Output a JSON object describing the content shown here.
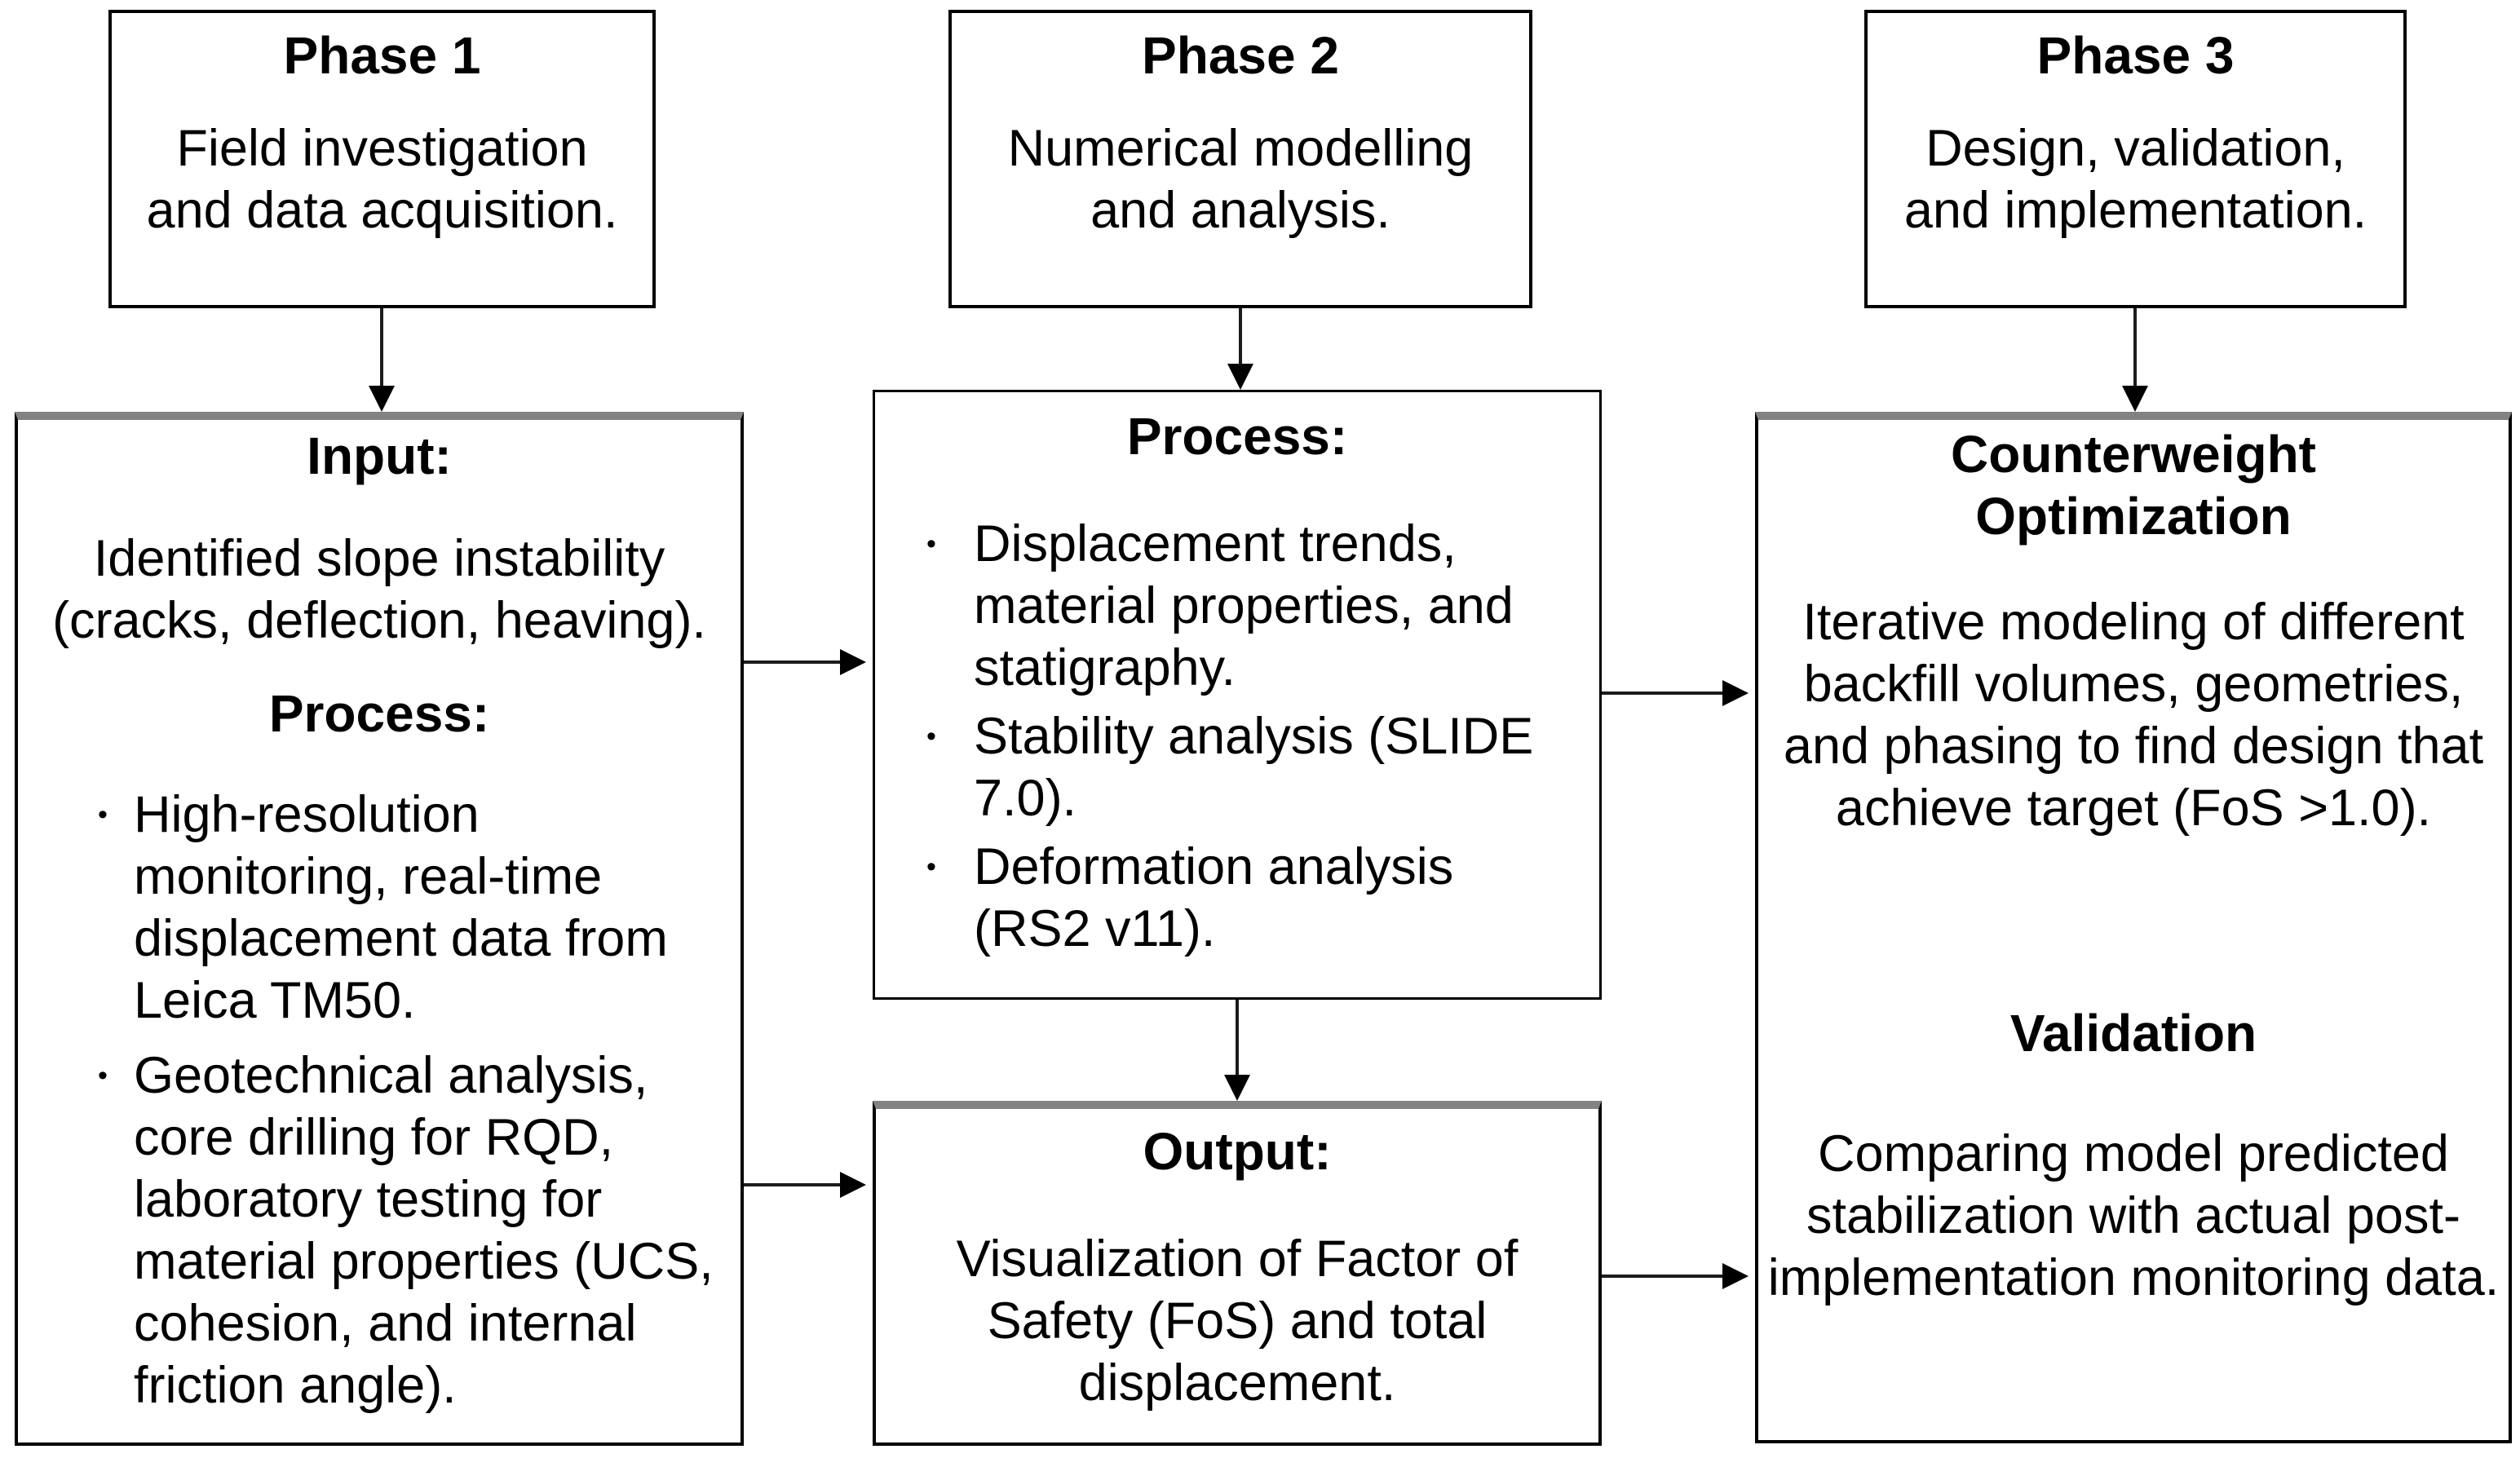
{
  "phases": [
    {
      "title": "Phase 1",
      "subtitle": "Field investigation and data acquisition."
    },
    {
      "title": "Phase 2",
      "subtitle": "Numerical modelling and analysis."
    },
    {
      "title": "Phase 3",
      "subtitle": "Design, validation, and implementation."
    }
  ],
  "input_box": {
    "input_heading": "Input:",
    "input_text": "Identified slope instability (cracks, deflection, heaving).",
    "process_heading": "Process:",
    "bullets": [
      "High-resolution monitoring, real-time displacement data from Leica TM50.",
      "Geotechnical analysis, core drilling for RQD, laboratory testing for material properties (UCS, cohesion, and internal friction angle)."
    ]
  },
  "process_box": {
    "heading": "Process:",
    "bullets": [
      "Displacement trends, material properties, and statigraphy.",
      "Stability analysis (SLIDE 7.0).",
      "Deformation analysis (RS2 v11)."
    ]
  },
  "output_box": {
    "heading": "Output:",
    "text": "Visualization of Factor of Safety (FoS) and total displacement."
  },
  "design_box": {
    "optimization_heading": "Counterweight Optimization",
    "optimization_text": "Iterative modeling of different backfill volumes, geometries, and phasing to find design that achieve target (FoS >1.0).",
    "validation_heading": "Validation",
    "validation_text": "Comparing model predicted stabilization with actual post-implementation monitoring data."
  },
  "bullet_glyph": "•",
  "colors": {
    "border": "#000000",
    "accent_top": "#828282",
    "arrow": "#1c1c1c",
    "background": "#ffffff",
    "text": "#000000"
  }
}
